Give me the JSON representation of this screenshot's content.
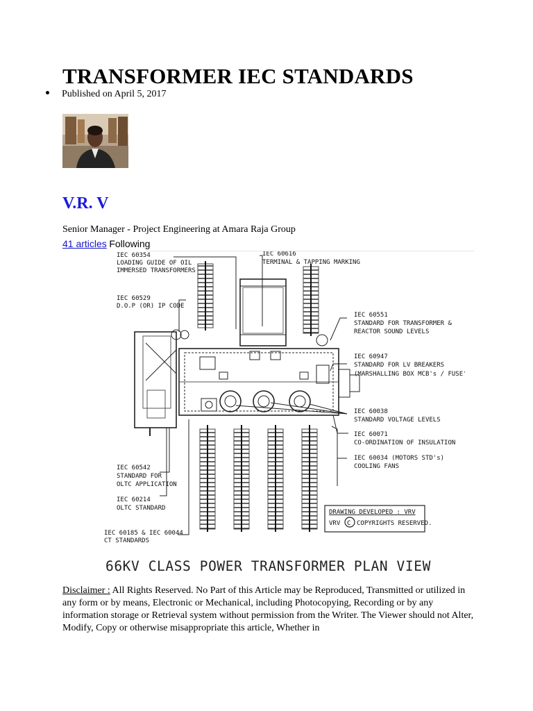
{
  "article": {
    "title": "TRANSFORMER IEC STANDARDS",
    "published": "Published on April 5, 2017"
  },
  "author": {
    "name": "V.R. V",
    "role": "Senior Manager - Project Engineering at Amara Raja Group",
    "articles_link": "41 articles",
    "following_label": "Following"
  },
  "drawing": {
    "caption": "66KV CLASS POWER TRANSFORMER PLAN VIEW",
    "labels": {
      "l60354_a": "IEC 60354",
      "l60354_b": "LOADING GUIDE OF OIL",
      "l60354_c": "IMMERSED TRANSFORMERS",
      "l60616_a": "IEC 60616",
      "l60616_b": "TERMINAL & TAPPING MARKING",
      "l60529_a": "IEC 60529",
      "l60529_b": "D.O.P (OR) IP CODE",
      "l60551_a": "IEC 60551",
      "l60551_b": "STANDARD FOR TRANSFORMER &",
      "l60551_c": "REACTOR SOUND LEVELS",
      "l60947_a": "IEC 60947",
      "l60947_b": "STANDARD FOR LV BREAKERS",
      "l60947_c": "(MARSHALLING BOX MCB's / FUSE's)",
      "l60038_a": "IEC 60038",
      "l60038_b": "STANDARD VOLTAGE LEVELS",
      "l60071_a": "IEC 60071",
      "l60071_b": "CO-ORDINATION OF INSULATION",
      "l60034_a": "IEC 60034 (MOTORS STD's)",
      "l60034_b": "COOLING FANS",
      "l60542_a": "IEC 60542",
      "l60542_b": "STANDARD FOR",
      "l60542_c": "OLTC APPLICATION",
      "l60214_a": "IEC 60214",
      "l60214_b": "OLTC STANDARD",
      "l60185_a": "IEC 60185 & IEC 60044",
      "l60185_b": "CT STANDARDS",
      "dev": "DRAWING DEVELOPED : VRV",
      "copy_vrv": "VRV",
      "copy_text": "COPYRIGHTS RESERVED."
    }
  },
  "disclaimer": {
    "label": "Disclaimer :",
    "text": " All Rights Reserved. No Part of this Article may be Reproduced, Transmitted or utilized in any form or by means, Electronic or Mechanical, including Photocopying, Recording or by any information storage or Retrieval system without permission from the Writer. The Viewer should not Alter, Modify, Copy or otherwise misappropriate this article, Whether in"
  }
}
